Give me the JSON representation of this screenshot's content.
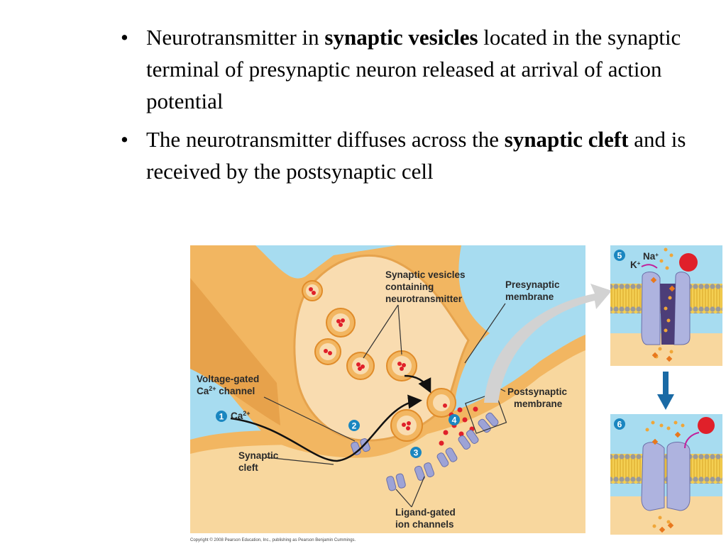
{
  "bullets": [
    {
      "pre": "Neurotransmitter in ",
      "bold": "synaptic vesicles",
      "post": " located in the synaptic terminal of presynaptic neuron released at arrival of action potential"
    },
    {
      "pre": "The neurotransmitter diffuses across the ",
      "bold": "synaptic cleft",
      "post": " and is received by the postsynaptic cell"
    }
  ],
  "figure": {
    "labels": {
      "vesicles_1": "Synaptic vesicles",
      "vesicles_2": "containing",
      "vesicles_3": "neurotransmitter",
      "presyn_1": "Presynaptic",
      "presyn_2": "membrane",
      "vgc_1": "Voltage-gated",
      "vgc_2": "Ca",
      "vgc_2_sup": "2+",
      "vgc_2_end": " channel",
      "ca_ion": "Ca",
      "ca_sup": "2+",
      "postsyn_1": "Postsynaptic",
      "postsyn_2": "membrane",
      "cleft_1": "Synaptic",
      "cleft_2": "cleft",
      "ligand_1": "Ligand-gated",
      "ligand_2": "ion channels",
      "na_ion": "Na",
      "na_sup": "+",
      "k_ion": "K",
      "k_sup": "+"
    },
    "steps": [
      "1",
      "2",
      "3",
      "4",
      "5",
      "6"
    ],
    "copyright": "Copyright © 2008 Pearson Education, Inc., publishing as Pearson Benjamin Cummings.",
    "colors": {
      "background": "#a7dcf0",
      "neuron": "#f2b661",
      "terminal_interior": "#f9dcb0",
      "step_badge": "#1a86c0",
      "transmitter": "#e0202a",
      "channel": "#9da3d6",
      "arrow_down": "#1a6aa5"
    }
  }
}
